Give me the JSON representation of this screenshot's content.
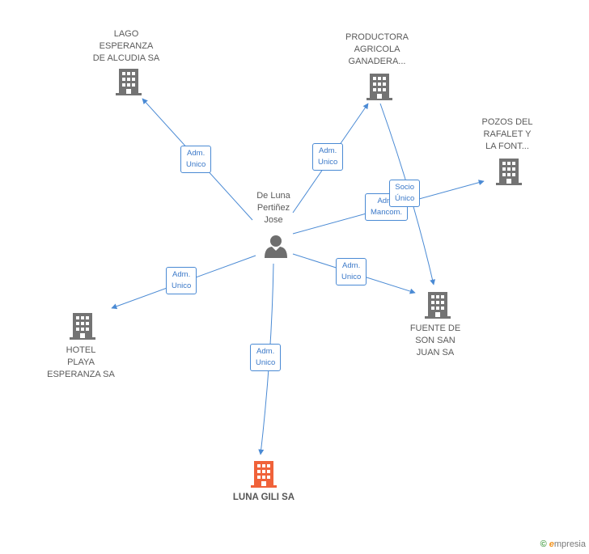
{
  "colors": {
    "edge": "#4a8ad4",
    "building": "#737373",
    "building_main": "#f0623a",
    "person": "#6e6e6e"
  },
  "person": {
    "lines": [
      "De Luna",
      "Pertiñez",
      "Jose"
    ],
    "icon": "person-icon"
  },
  "companies": {
    "lago": {
      "lines": [
        "LAGO",
        "ESPERANZA",
        "DE ALCUDIA SA"
      ],
      "icon": "building-icon"
    },
    "productora": {
      "lines": [
        "PRODUCTORA",
        "AGRICOLA",
        "GANADERA..."
      ],
      "icon": "building-icon"
    },
    "pozos": {
      "lines": [
        "POZOS DEL",
        "RAFALET Y",
        "LA FONT..."
      ],
      "icon": "building-icon"
    },
    "fuente": {
      "lines": [
        "FUENTE DE",
        "SON SAN",
        "JUAN SA"
      ],
      "icon": "building-icon"
    },
    "hotel": {
      "lines": [
        "HOTEL",
        "PLAYA",
        "ESPERANZA SA"
      ],
      "icon": "building-icon"
    },
    "luna": {
      "lines": [
        "LUNA GILI SA"
      ],
      "icon": "building-icon"
    }
  },
  "edges": {
    "lago": [
      "Adm.",
      "Unico"
    ],
    "productora": [
      "Adm.",
      "Unico"
    ],
    "pozos": [
      "Adm.",
      "Mancom."
    ],
    "socio": [
      "Socio",
      "Único"
    ],
    "fuente": [
      "Adm.",
      "Unico"
    ],
    "hotel": [
      "Adm.",
      "Unico"
    ],
    "luna": [
      "Adm.",
      "Unico"
    ]
  },
  "footer": {
    "copyright": "©",
    "brand_initial": "e",
    "brand_rest": "mpresia"
  }
}
